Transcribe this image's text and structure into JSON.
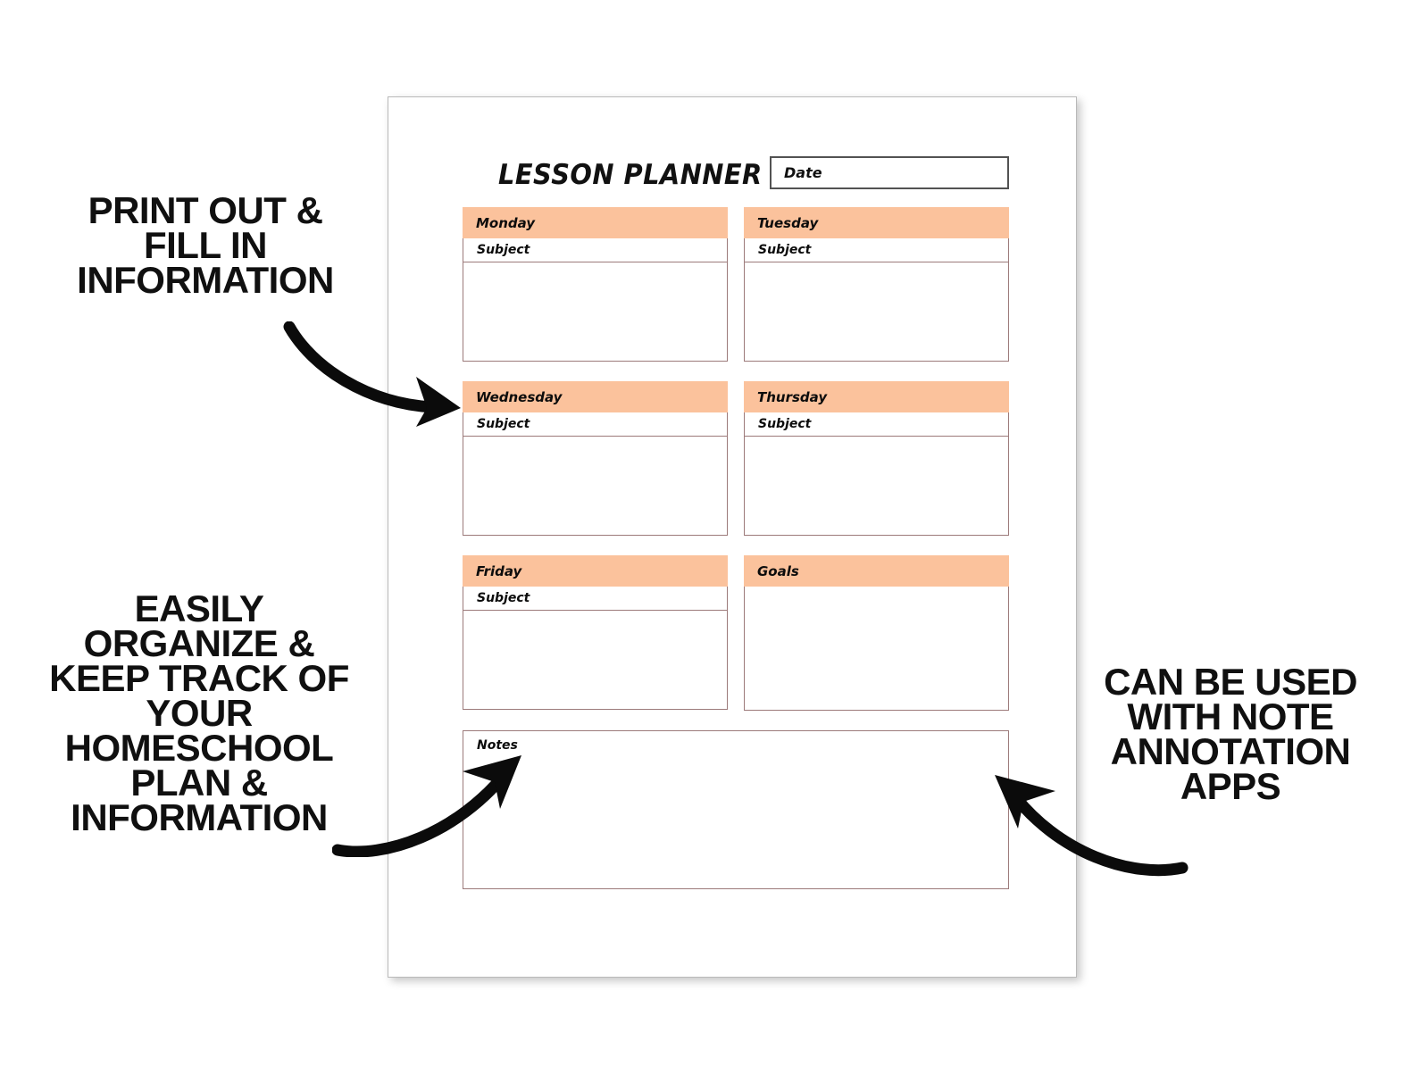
{
  "meta": {
    "background_color": "#ffffff",
    "accent_color": "#fbc29c",
    "cell_border_color": "#9c7a7a",
    "text_color": "#101010",
    "sheet_border_color": "#b9b9b9"
  },
  "planner": {
    "title": "LESSON PLANNER",
    "date_label": "Date",
    "subject_label": "Subject",
    "cells": [
      {
        "label": "Monday",
        "has_subject": true,
        "name": "monday"
      },
      {
        "label": "Tuesday",
        "has_subject": true,
        "name": "tuesday"
      },
      {
        "label": "Wednesday",
        "has_subject": true,
        "name": "wednesday"
      },
      {
        "label": "Thursday",
        "has_subject": true,
        "name": "thursday"
      },
      {
        "label": "Friday",
        "has_subject": true,
        "name": "friday"
      },
      {
        "label": "Goals",
        "has_subject": false,
        "name": "goals"
      }
    ],
    "notes_label": "Notes"
  },
  "callouts": {
    "top_left": {
      "lines": [
        "PRINT OUT &",
        "FILL IN",
        "INFORMATION"
      ],
      "line1": "PRINT OUT &",
      "line2": "FILL IN",
      "line3": "INFORMATION"
    },
    "bottom_left": {
      "lines": [
        "EASILY",
        "ORGANIZE &",
        "KEEP TRACK OF",
        "YOUR",
        "HOMESCHOOL",
        "PLAN &",
        "INFORMATION"
      ],
      "line1": "EASILY",
      "line2": "ORGANIZE &",
      "line3": "KEEP TRACK OF",
      "line4": "YOUR",
      "line5": "HOMESCHOOL",
      "line6": "PLAN &",
      "line7": "INFORMATION"
    },
    "right": {
      "lines": [
        "CAN BE USED",
        "WITH NOTE",
        "ANNOTATION",
        "APPS"
      ],
      "line1": "CAN BE USED",
      "line2": "WITH NOTE",
      "line3": "ANNOTATION",
      "line4": "APPS"
    }
  },
  "icons": {
    "arrow_top": "curved-arrow-right-down-icon",
    "arrow_bottom_left": "curved-arrow-up-right-icon",
    "arrow_right": "curved-arrow-up-left-icon"
  }
}
